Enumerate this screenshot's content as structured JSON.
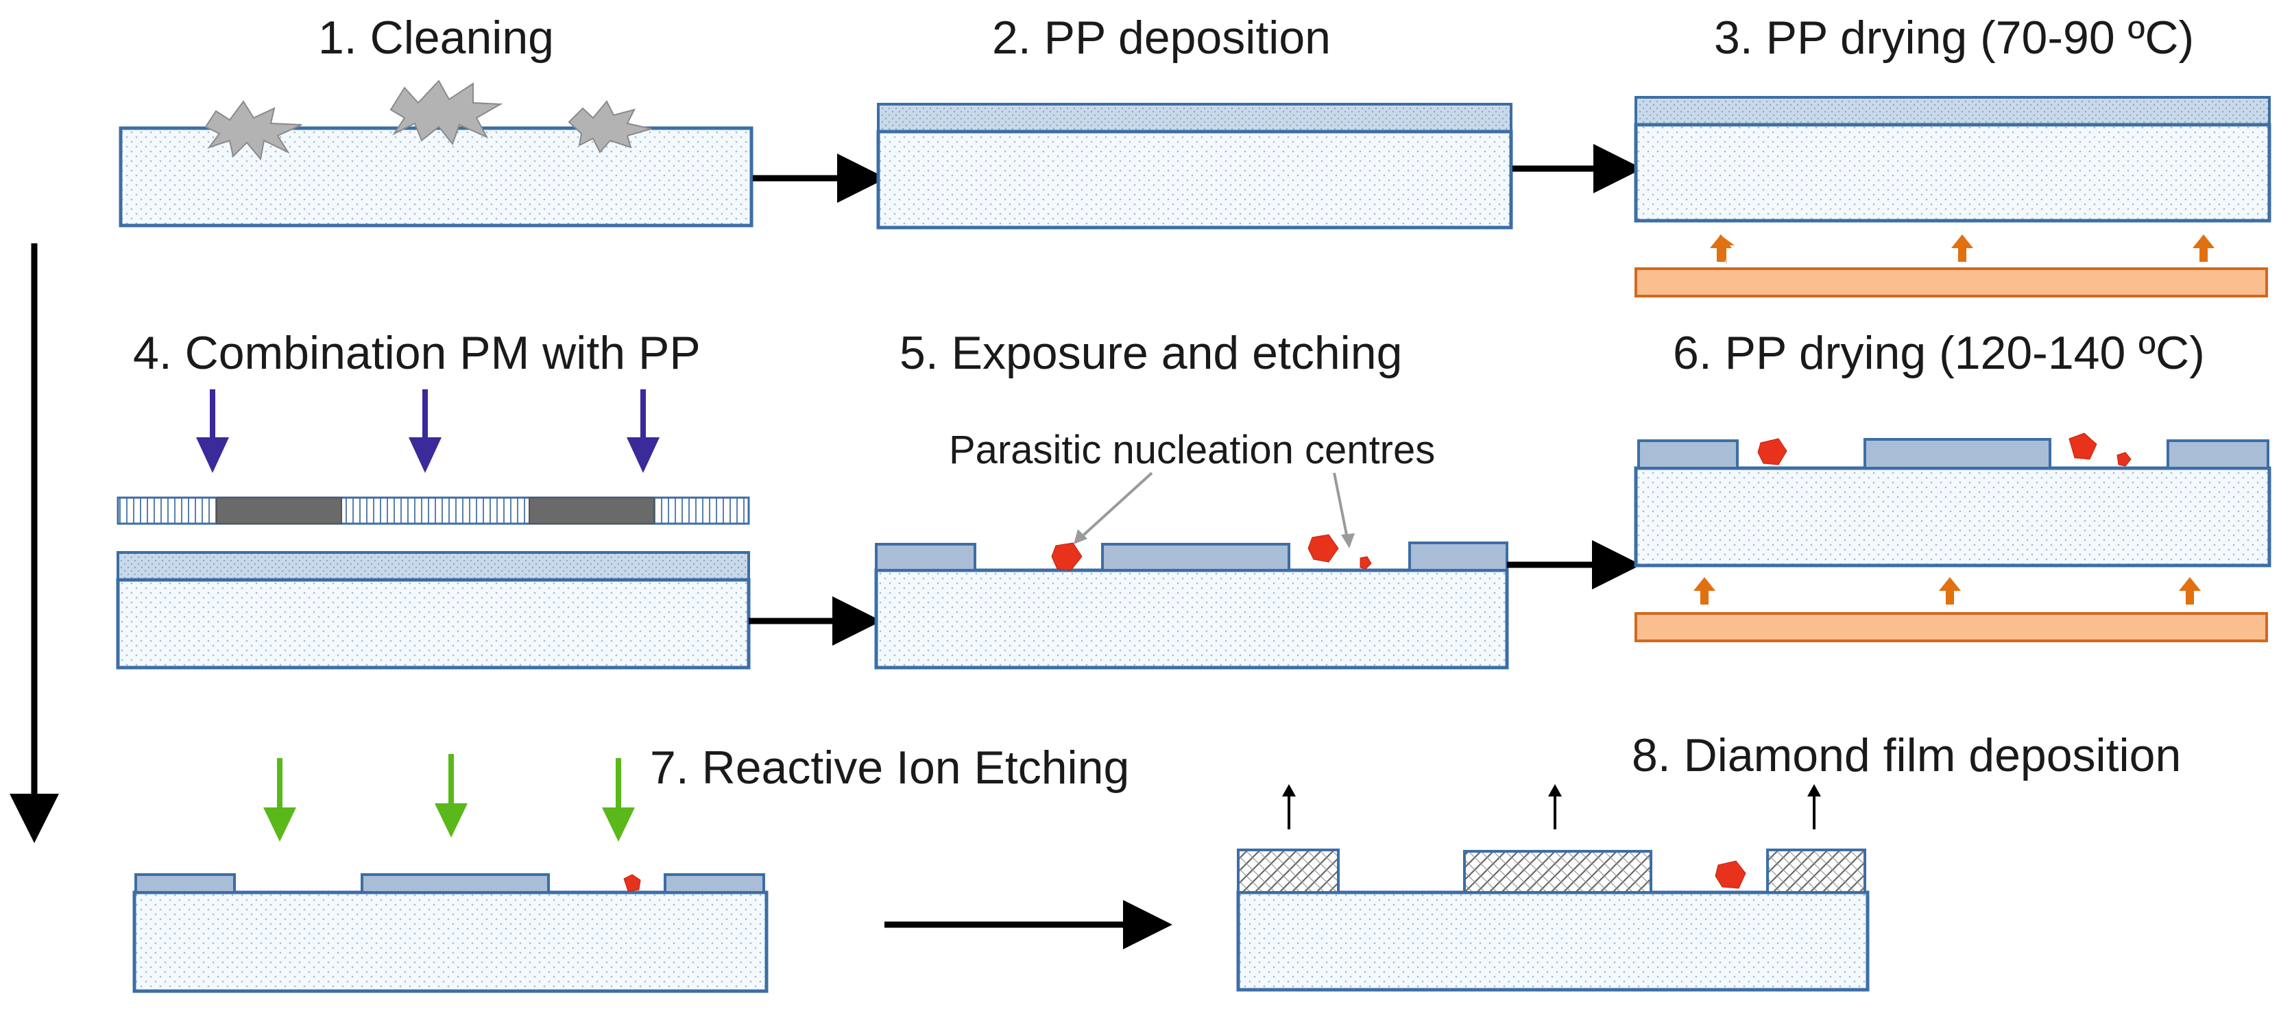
{
  "steps": {
    "s1": "1. Cleaning",
    "s2": "2. PP deposition",
    "s3": "3. PP drying (70-90 ºC)",
    "s4": "4. Combination PM with PP",
    "s5": "5. Exposure and etching",
    "s6": "6. PP drying (120-140 ºC)",
    "s7": "7. Reactive Ion Etching",
    "s8": "8. Diamond film deposition"
  },
  "callout": "Parasitic nucleation centres",
  "colors": {
    "substrate_outline": "#3c6ea5",
    "resist_fill": "#a9bdd6",
    "heater_fill": "#fbbf8f",
    "heat_arrow": "#e07010",
    "uv_arrow": "#3a2a9a",
    "rie_arrow": "#5ab81a",
    "nucleation": "#e8321b",
    "flow_arrow": "#000000"
  },
  "icons": {
    "heat": "up-arrow-icon",
    "uv": "down-arrow-icon",
    "rie": "down-arrow-icon",
    "growth": "up-arrow-icon"
  }
}
